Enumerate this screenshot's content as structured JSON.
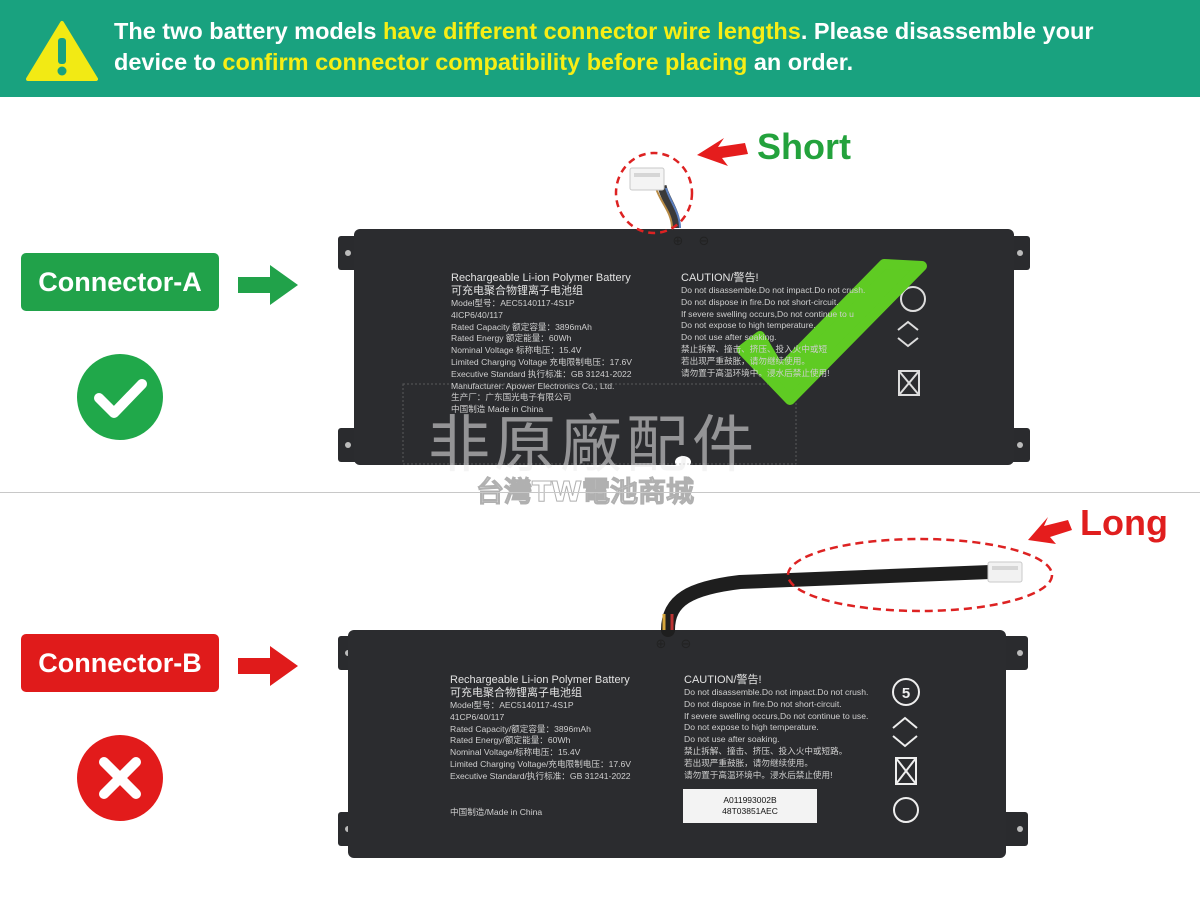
{
  "banner": {
    "part1": "The two battery models ",
    "highlight1": "have different connector wire lengths",
    "part2": ". Please disassemble your",
    "part3": "device to ",
    "highlight2": "confirm connector compatibility before placing",
    "part4": " an order.",
    "icon": "warning-icon"
  },
  "colors": {
    "banner": "#19a27f",
    "highlight": "#f7ee15",
    "good": "#21a24a",
    "bad": "#e01b1b"
  },
  "section_a": {
    "label": "Connector-A",
    "callout": "Short",
    "status_icon": "check-icon",
    "battery": {
      "title_en": "Rechargeable Li-ion Polymer Battery",
      "title_cn": "可充电聚合物锂离子电池组",
      "model": "Model型号：AEC5140117-4S1P",
      "cells": "4ICP6/40/117",
      "capacity": "Rated Capacity 额定容量：3896mAh",
      "energy": "Rated Energy 额定能量：60Wh",
      "nominal": "Nominal Voltage 标称电压：15.4V",
      "charging": "Limited Charging Voltage 充电限制电压：17.6V",
      "standard": "Executive Standard 执行标准：GB 31241-2022",
      "manufacturer": "Manufacturer: Apower Electronics Co., Ltd.",
      "producer": "生产厂：广东国光电子有限公司",
      "origin": "中国制造 Made in China",
      "caution_title": "CAUTION/警告!",
      "caution_lines": [
        "Do not disassemble.Do not impact.Do not crush.",
        "Do not dispose in fire.Do not short-circuit.",
        "If severe swelling occurs,Do not continue to u",
        "Do not expose to high temperature.",
        "Do not use after soaking.",
        "禁止拆解、撞击、挤压、投入火中或短",
        "若出现严重鼓胀，请勿继续使用。",
        "请勿置于高温环境中。浸水后禁止使用!"
      ]
    }
  },
  "section_b": {
    "label": "Connector-B",
    "callout": "Long",
    "status_icon": "cross-icon",
    "battery": {
      "title_en": "Rechargeable Li-ion Polymer Battery",
      "title_cn": "可充电聚合物锂离子电池组",
      "model": "Model型号：AEC5140117-4S1P",
      "cells": "41CP6/40/117",
      "capacity": "Rated Capacity/额定容量：3896mAh",
      "energy": "Rated Energy/额定能量：60Wh",
      "nominal": "Nominal Voltage/标称电压：15.4V",
      "charging": "Limited Charging Voltage/充电限制电压：17.6V",
      "standard": "Executive Standard/执行标准：GB 31241-2022",
      "origin": "中国制造/Made in China",
      "caution_title": "CAUTION/警告!",
      "caution_lines": [
        "Do not disassemble.Do not impact.Do not crush.",
        "Do not dispose in fire.Do not short-circuit.",
        "If severe swelling occurs,Do not continue to use.",
        "Do not expose to high temperature.",
        "Do not use after soaking.",
        "禁止拆解、撞击、挤压、投入火中或短路。",
        "若出现严重鼓胀，请勿继续使用。",
        "请勿置于高温环境中。浸水后禁止使用!"
      ],
      "barcode_line1": "A011993002B",
      "barcode_line2": "48T03851AEC"
    }
  },
  "watermark": {
    "line1": "非原廠配件",
    "line2": "台灣TW電池商城"
  }
}
